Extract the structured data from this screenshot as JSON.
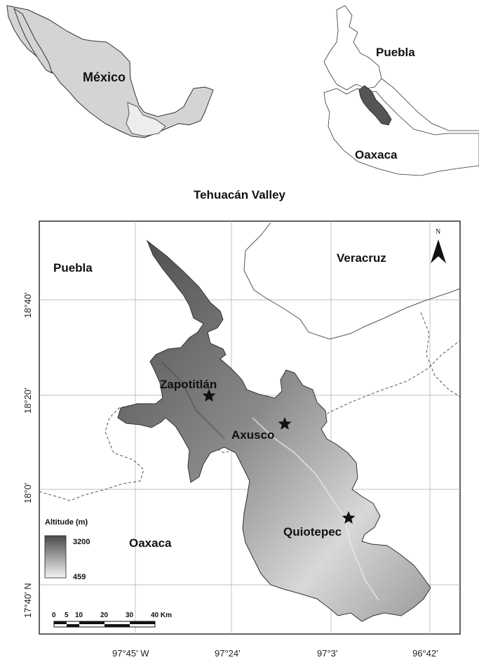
{
  "inset_mexico": {
    "label": "México"
  },
  "inset_states": {
    "puebla": "Puebla",
    "oaxaca": "Oaxaca"
  },
  "title": "Tehuacán Valley",
  "main_map": {
    "regions": {
      "puebla": "Puebla",
      "veracruz": "Veracruz",
      "oaxaca": "Oaxaca"
    },
    "sites": [
      {
        "name": "Zapotitlán"
      },
      {
        "name": "Axusco"
      },
      {
        "name": "Quiotepec"
      }
    ],
    "north_arrow": "N",
    "y_ticks": [
      "18°40'",
      "18°20'",
      "18°0'",
      "17°40' N"
    ],
    "x_ticks": [
      "97°45' W",
      "97°24'",
      "97°3'",
      "96°42'"
    ],
    "legend": {
      "title": "Altitude (m)",
      "max": "3200",
      "min": "459"
    },
    "scalebar": {
      "labels": [
        "0",
        "5",
        "10",
        "20",
        "30",
        "40 Km"
      ]
    }
  },
  "colors": {
    "country_fill": "#d4d4d4",
    "highlight_fill": "#ededed",
    "valley_dark": "#555555",
    "dem_high": "#4a4a4a",
    "dem_low": "#f4f4f4"
  }
}
